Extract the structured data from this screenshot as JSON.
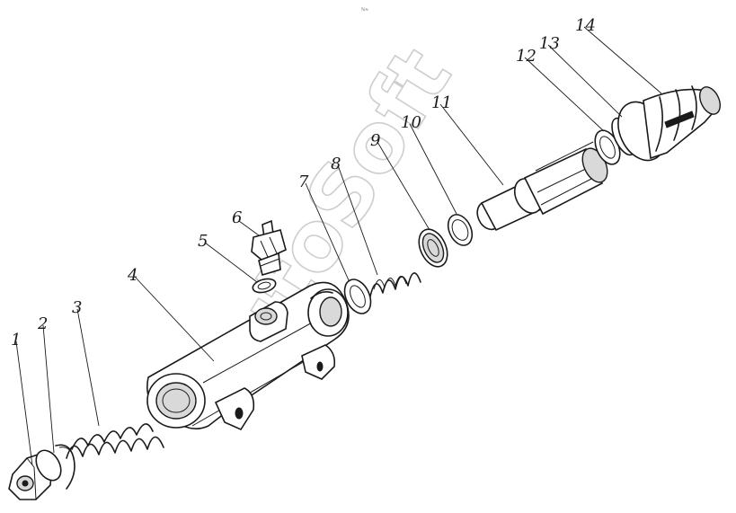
{
  "header_mark": "ℕ≈",
  "watermark": "AutoSoft",
  "callouts": [
    "1",
    "2",
    "3",
    "4",
    "5",
    "6",
    "7",
    "8",
    "9",
    "10",
    "11",
    "12",
    "13",
    "14"
  ]
}
